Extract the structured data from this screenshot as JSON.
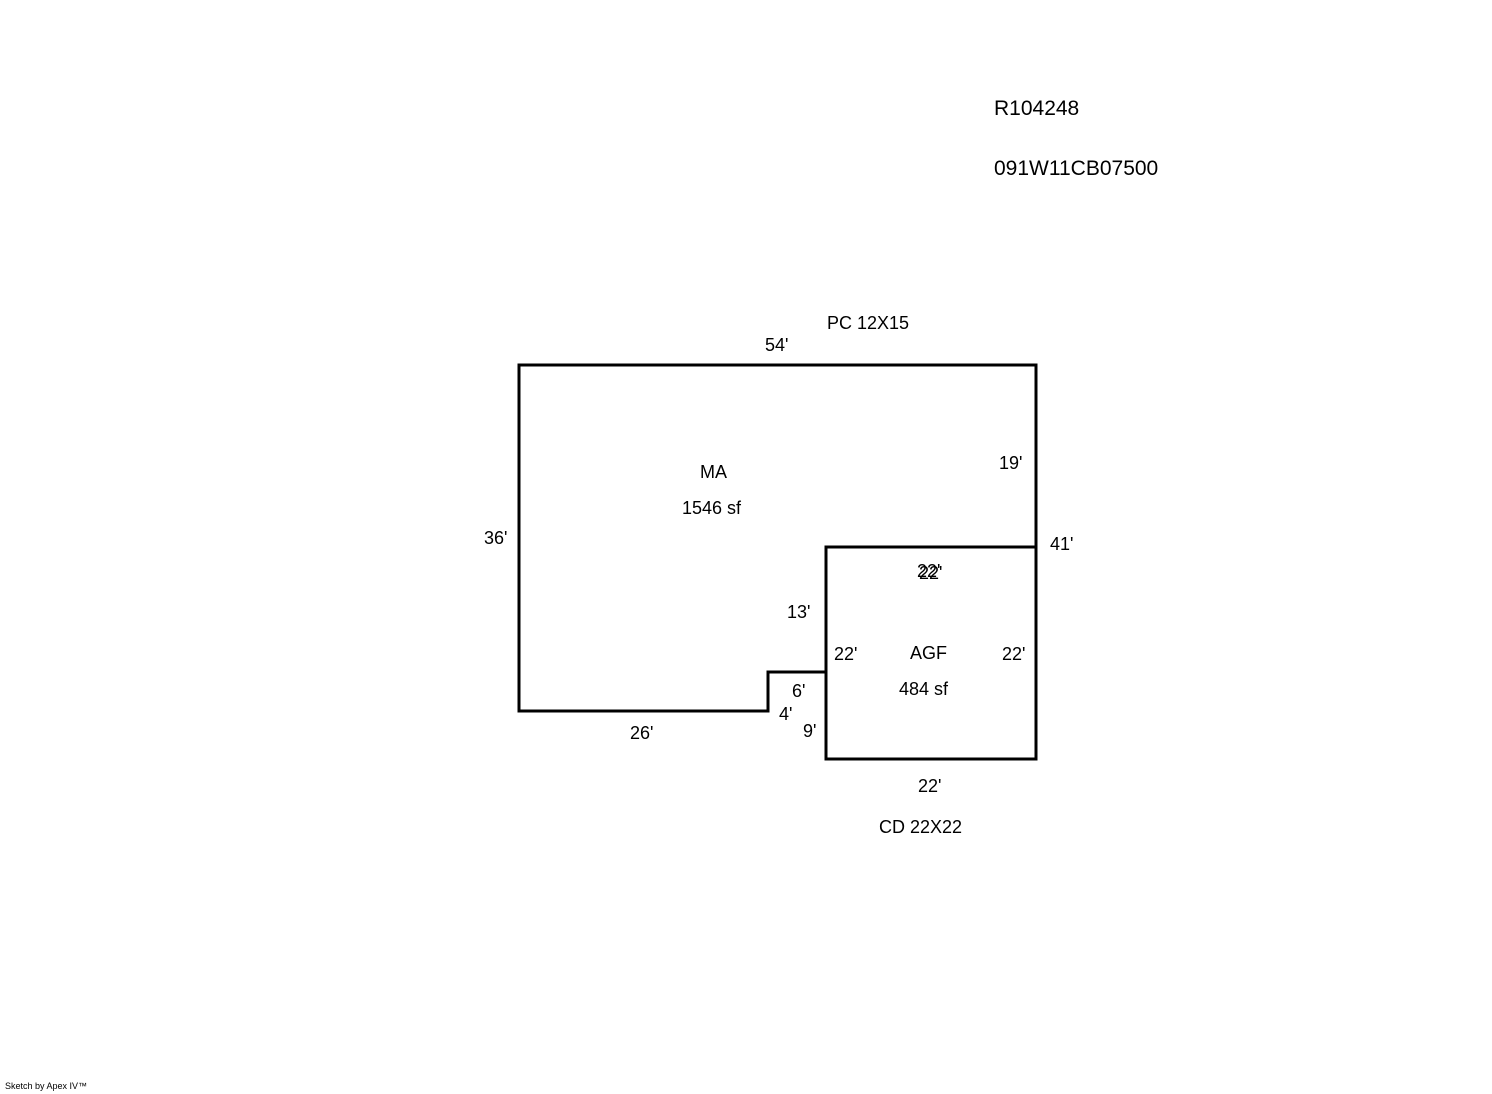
{
  "header": {
    "record_id": "R104248",
    "parcel_number": "091W11CB07500"
  },
  "sketch": {
    "line_color": "#000000",
    "areas": [
      {
        "code": "MA",
        "area": "1546 sf"
      },
      {
        "code": "AGF",
        "area": "484 sf"
      }
    ],
    "notes": [
      {
        "text": "PC  12X15"
      },
      {
        "text": "CD  22X22"
      }
    ],
    "dimensions": {
      "top": "54'",
      "right_upper": "19'",
      "right_total": "41'",
      "left": "36'",
      "bottom_left": "26'",
      "notch_height": "4'",
      "notch_width": "6'",
      "inner_vertical": "13'",
      "lower_vertical": "9'",
      "garage_top": "22'",
      "garage_left": "22'",
      "garage_right": "22'",
      "garage_bottom": "22'"
    }
  },
  "footer": {
    "credit": "Sketch by Apex IV™"
  }
}
